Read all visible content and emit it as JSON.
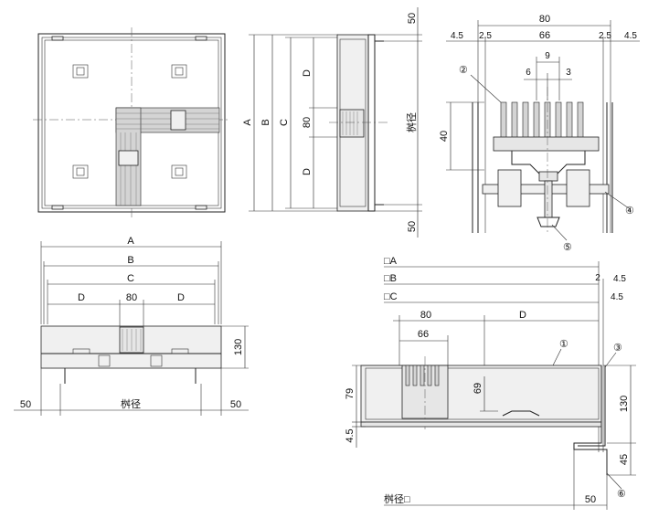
{
  "labels": {
    "A": "A",
    "B": "B",
    "C": "C",
    "D": "D",
    "d80": "80",
    "d50": "50",
    "d130": "130",
    "masukei": "桝径",
    "masukei_box": "桝径□",
    "top80": "80",
    "d4_5": "4.5",
    "d2_5": "2.5",
    "d66": "66",
    "d9": "9",
    "d6": "6",
    "d3": "3",
    "d40": "40",
    "n1": "①",
    "n2": "②",
    "n3": "③",
    "n4": "④",
    "n5": "⑤",
    "n6": "⑥",
    "boxA": "□A",
    "boxB": "□B",
    "boxC": "□C",
    "d2": "2",
    "d79": "79",
    "d69": "69",
    "d45": "45"
  }
}
